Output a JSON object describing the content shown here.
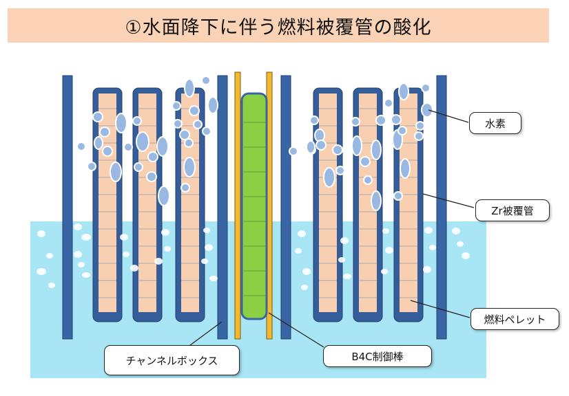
{
  "title": "①水面降下に伴う燃料被覆管の酸化",
  "labels": {
    "hydrogen": "水素",
    "zr_cladding": "Zr被覆管",
    "fuel_pellet": "燃料ペレット",
    "channel_box": "チャンネルボックス",
    "control_rod": "B4C制御棒"
  },
  "colors": {
    "title_bg": "#fad3b6",
    "water": "#a8e6f5",
    "channel_box": "#3a65a5",
    "cladding": "#355d9a",
    "pellet": "#f9cfb1",
    "control_rod_absorber": "#8ccf45",
    "control_rod_sheath": "#f0b930",
    "bubble": "#9ab9e2"
  }
}
